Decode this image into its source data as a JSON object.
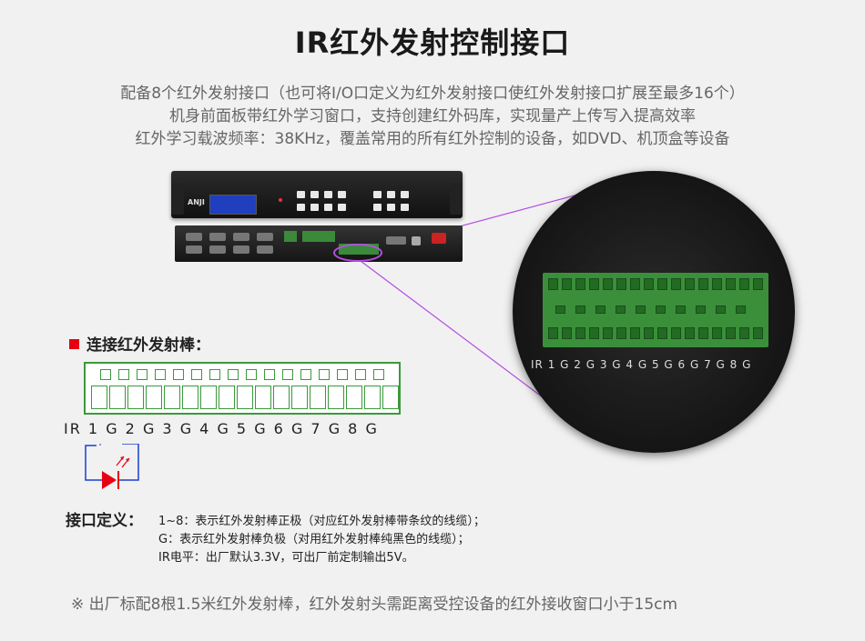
{
  "title": "IR红外发射控制接口",
  "description": [
    "配备8个红外发射接口（也可将I/O口定义为红外发射接口使红外发射接口扩展至最多16个）",
    "机身前面板带红外学习窗口，支持创建红外码库，实现量产上传写入提高效率",
    "红外学习载波频率：38KHz，覆盖常用的所有红外控制的设备，如DVD、机顶盒等设备"
  ],
  "device": {
    "brand": "ANJI"
  },
  "zoom_pin_labels": "IR 1 G 2 G 3 G 4 G 5 G 6 G 7 G 8 G",
  "section_title": "连接红外发射棒：",
  "pin_labels": "IR  1 G 2 G 3 G 4 G 5 G 6 G 7 G 8 G",
  "definition": {
    "label": "接口定义：",
    "lines": [
      "1~8：表示红外发射棒正极（对应红外发射棒带条纹的线缆）；",
      "G：表示红外发射棒负极（对用红外发射棒纯黑色的线缆）；",
      "IR电平：出厂默认3.3V，可出厂前定制输出5V。"
    ]
  },
  "note": "※ 出厂标配8根1.5米红外发射棒，红外发射头需距离受控设备的红外接收窗口小于15cm",
  "colors": {
    "accent_red": "#e60012",
    "terminal_green": "#3a9a3a",
    "callout_purple": "#b44ee0"
  }
}
